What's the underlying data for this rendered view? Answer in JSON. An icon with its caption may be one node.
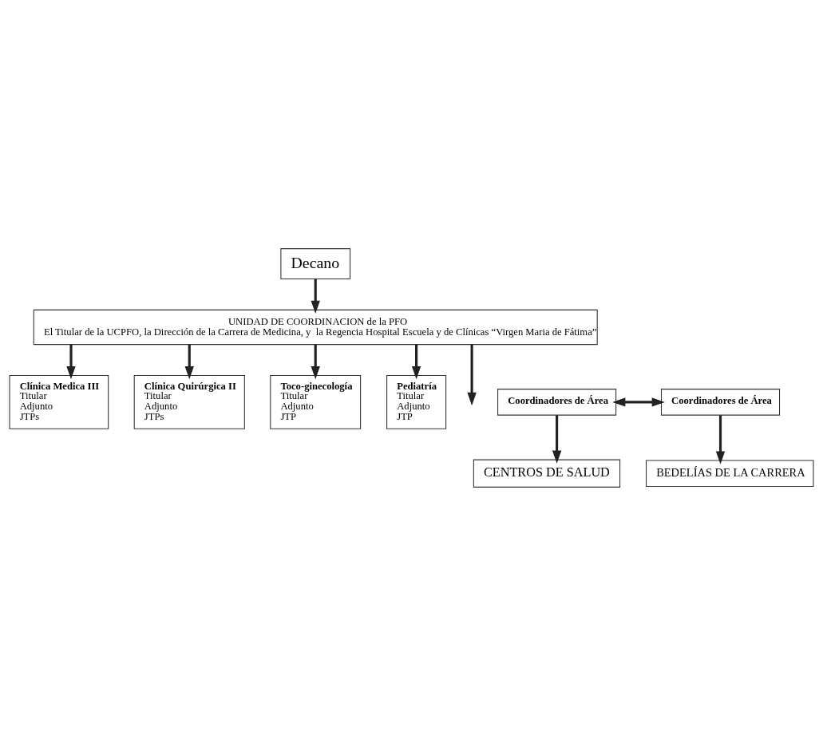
{
  "diagram": {
    "nodes": [
      {
        "text": [
          "Decano"
        ]
      },
      {
        "text": [
          "UNIDAD DE COORDINACION de la PFO",
          "El Titular de la UCPFO, la Dirección de la Carrera de Medicina, y  la Regencia Hospital Escuela y de Clínicas “Virgen Maria de Fátima”"
        ]
      },
      {
        "text": [
          "Clínica Medica III",
          "Titular",
          "Adjunto",
          "JTPs"
        ]
      },
      {
        "text": [
          "Clínica Quirúrgica II",
          "Titular",
          "Adjunto",
          "JTPs"
        ]
      },
      {
        "text": [
          "Toco-ginecología",
          "Titular",
          "Adjunto",
          "JTP"
        ]
      },
      {
        "text": [
          "Pediatría",
          "Titular",
          "Adjunto",
          "JTP"
        ]
      },
      {
        "text": [
          "Coordinadores de Área"
        ]
      },
      {
        "text": [
          "Coordinadores de Área"
        ]
      },
      {
        "text": [
          "CENTROS DE SALUD"
        ]
      },
      {
        "text": [
          "BEDELÍAS DE LA CARRERA"
        ]
      }
    ],
    "edges": [
      {
        "from": 0,
        "to": 1,
        "arrow": "to"
      },
      {
        "from": 1,
        "to": 2,
        "arrow": "to"
      },
      {
        "from": 1,
        "to": 3,
        "arrow": "to"
      },
      {
        "from": 1,
        "to": 4,
        "arrow": "to"
      },
      {
        "from": 1,
        "to": 5,
        "arrow": "to"
      },
      {
        "from": 1,
        "to": null,
        "arrow": "to"
      },
      {
        "from": 6,
        "to": 7,
        "arrow": "both"
      },
      {
        "from": 6,
        "to": 8,
        "arrow": "to"
      },
      {
        "from": 7,
        "to": 9,
        "arrow": "to"
      }
    ]
  }
}
